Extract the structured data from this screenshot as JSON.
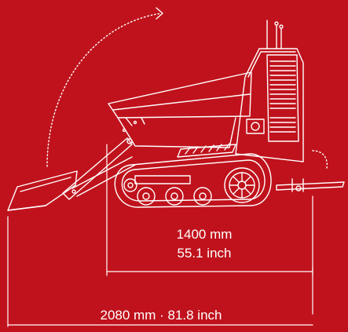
{
  "colors": {
    "background": "#c0121c",
    "line": "#ffffff"
  },
  "dimensions": {
    "inner": {
      "metric": "1400 mm",
      "imperial": "55.1 inch"
    },
    "overall": {
      "label": "2080 mm · 81.8 inch"
    }
  }
}
